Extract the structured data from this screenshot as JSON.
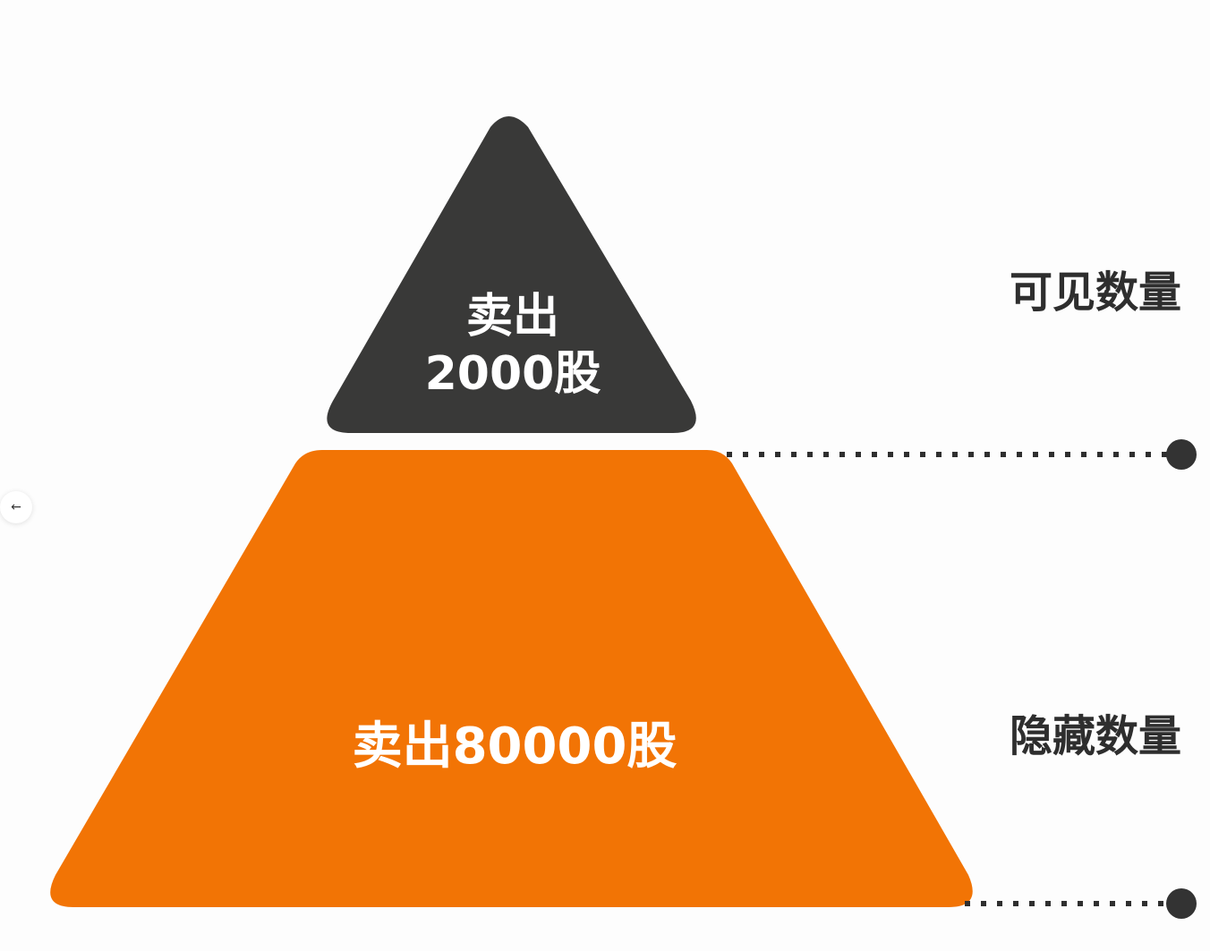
{
  "diagram": {
    "type": "iceberg-order-pyramid",
    "top_section": {
      "line1": "卖出",
      "line2": "2000股",
      "color": "#393938"
    },
    "bottom_section": {
      "text": "卖出80000股",
      "color": "#f27405"
    },
    "side_labels": {
      "visible": "可见数量",
      "hidden": "隐藏数量"
    },
    "connector_color": "#2f2f2f",
    "background": "#fdfdfd"
  },
  "navigation": {
    "back_icon": "←"
  }
}
